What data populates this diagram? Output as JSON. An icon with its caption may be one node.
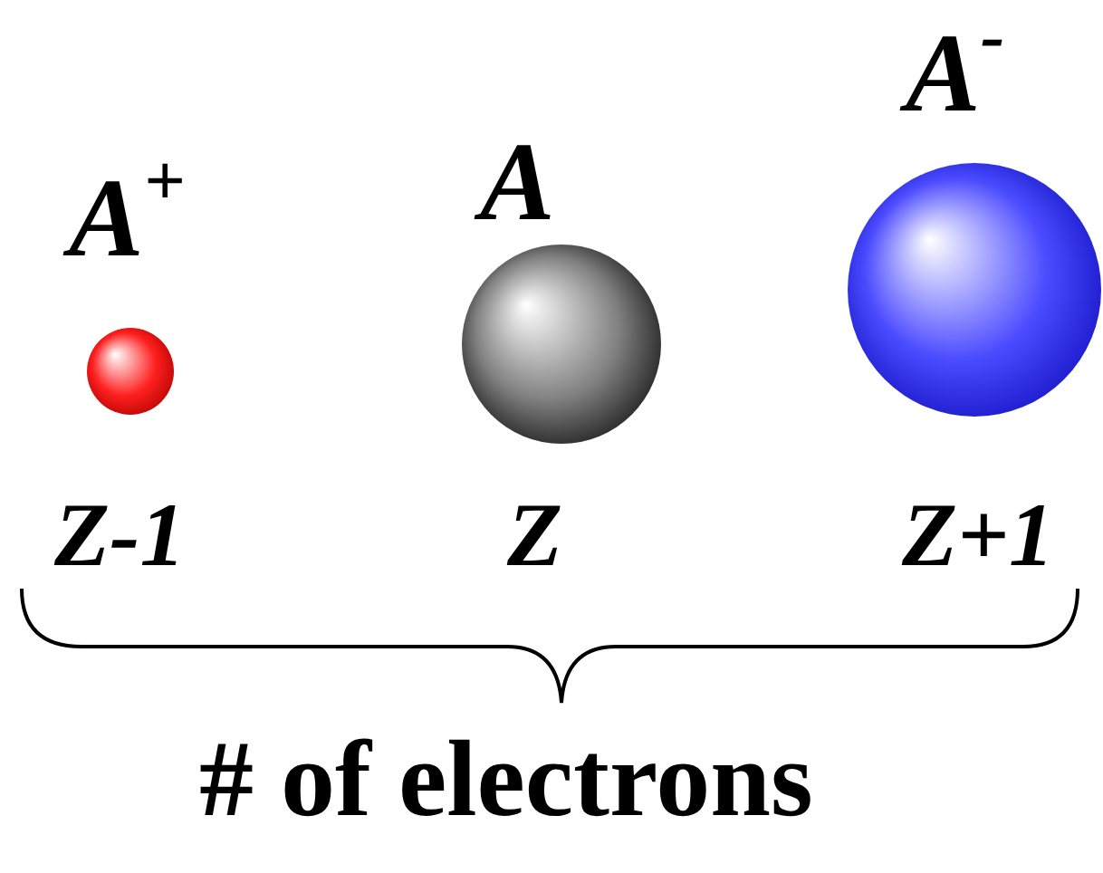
{
  "diagram": {
    "nodes": [
      {
        "text": [
          "A$^{+}$"
        ],
        "beside": [
          "Z-1"
        ]
      },
      {
        "text": [
          "A"
        ],
        "beside": [
          "Z"
        ]
      },
      {
        "text": [
          "A$^{-}$"
        ],
        "beside": [
          "Z+1"
        ]
      }
    ],
    "labels": [
      "# of electrons"
    ]
  }
}
